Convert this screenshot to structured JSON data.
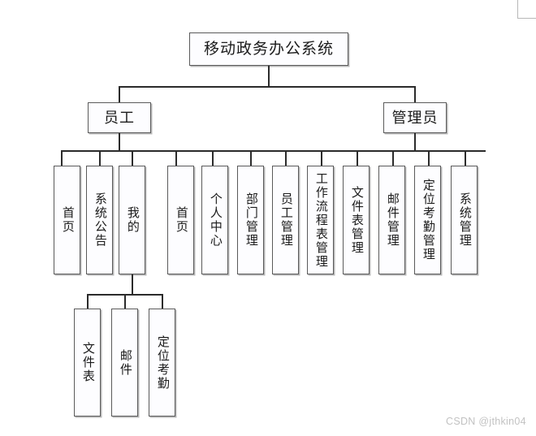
{
  "diagram": {
    "type": "tree",
    "title_node": {
      "label": "移动政务办公系统"
    },
    "branches": [
      {
        "label": "员工"
      },
      {
        "label": "管理员"
      }
    ],
    "employee_children": [
      {
        "label": "首页"
      },
      {
        "label": "系统公告"
      },
      {
        "label": "我的"
      }
    ],
    "employee_mine_children": [
      {
        "label": "文件表"
      },
      {
        "label": "邮件"
      },
      {
        "label": "定位考勤"
      }
    ],
    "admin_children": [
      {
        "label": "首页"
      },
      {
        "label": "个人中心"
      },
      {
        "label": "部门管理"
      },
      {
        "label": "员工管理"
      },
      {
        "label": "工作流程表管理"
      },
      {
        "label": "文件表管理"
      },
      {
        "label": "邮件管理"
      },
      {
        "label": "定位考勤管理"
      },
      {
        "label": "系统管理"
      }
    ]
  },
  "watermark": {
    "text": "CSDN @jthkin04"
  },
  "colors": {
    "box_border": "#5a5a5a",
    "box_fill": "#fdfdff",
    "line": "#2b2b2b",
    "shadow": "#b9b9b9",
    "watermark": "#c2c2c2"
  }
}
